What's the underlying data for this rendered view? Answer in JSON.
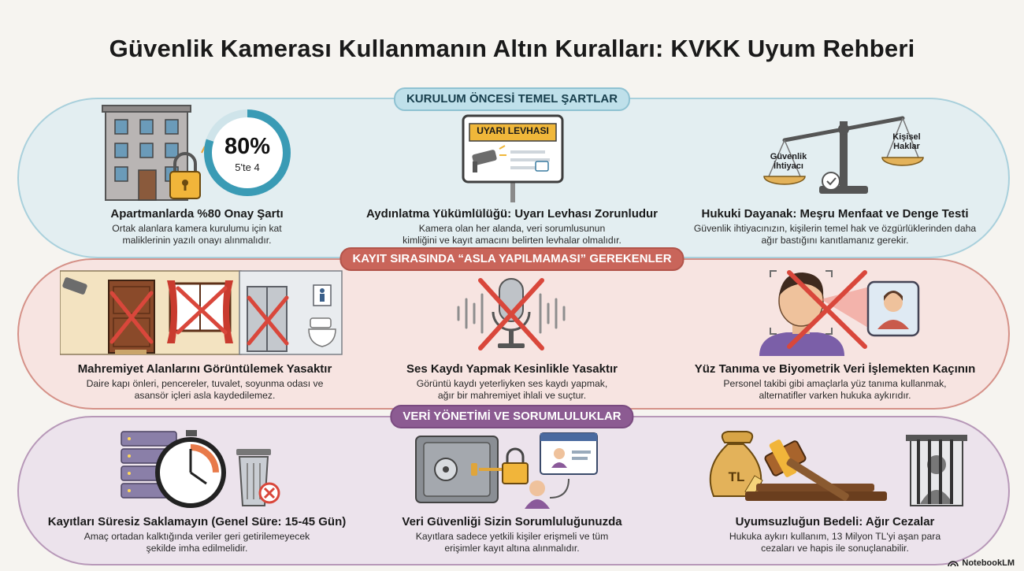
{
  "title": "Güvenlik Kamerası Kullanmanın Altın Kuralları: KVKK Uyum Rehberi",
  "sections": [
    {
      "label": "KURULUM ÖNCESİ TEMEL ŞARTLAR",
      "items": [
        {
          "heading": "Apartmanlarda %80 Onay Şartı",
          "body": "Ortak alanlara kamera kurulumu için kat maliklerinin yazılı onayı alınmalıdır.",
          "icon": "building-lock-icon",
          "progress": {
            "value": "80%",
            "caption": "5'te 4",
            "fraction": 0.8
          }
        },
        {
          "heading": "Aydınlatma Yükümlülüğü: Uyarı Levhası Zorunludur",
          "body": "Kamera olan her alanda, veri sorumlusunun kimliğini ve kayıt amacını belirten levhalar olmalıdır.",
          "icon": "warning-sign-icon",
          "sign_text": "UYARI LEVHASI"
        },
        {
          "heading": "Hukuki Dayanak: Meşru Menfaat ve Denge Testi",
          "body": "Güvenlik ihtiyacınızın, kişilerin temel hak ve özgürlüklerinden daha ağır bastığını kanıtlamanız gerekir.",
          "icon": "balance-scale-icon",
          "left_label": "Güvenlik İhtiyacı",
          "right_label": "Kişisel Haklar"
        }
      ]
    },
    {
      "label": "KAYIT SIRASINDA “ASLA YAPILMAMASI” GEREKENLER",
      "items": [
        {
          "heading": "Mahremiyet Alanlarını Görüntülemek Yasaktır",
          "body": "Daire kapı önleri, pencereler, tuvalet, soyunma odası ve asansör içleri asla kaydedilemez.",
          "icon": "private-areas-forbidden-icon"
        },
        {
          "heading": "Ses Kaydı Yapmak Kesinlikle Yasaktır",
          "body": "Görüntü kaydı yeterliyken ses kaydı yapmak, ağır bir mahremiyet ihlali ve suçtur.",
          "icon": "microphone-forbidden-icon"
        },
        {
          "heading": "Yüz Tanıma ve Biyometrik Veri İşlemekten Kaçının",
          "body": "Personel takibi gibi amaçlarla yüz tanıma kullanmak, alternatifler varken hukuka aykırıdır.",
          "icon": "face-recognition-forbidden-icon"
        }
      ]
    },
    {
      "label": "VERİ YÖNETİMİ VE SORUMLULUKLAR",
      "items": [
        {
          "heading": "Kayıtları Süresiz Saklamayın (Genel Süre: 15-45 Gün)",
          "body": "Amaç ortadan kalktığında veriler geri getirilemeyecek şekilde imha edilmelidir.",
          "icon": "server-timer-trash-icon"
        },
        {
          "heading": "Veri Güvenliği Sizin Sorumluluğunuzda",
          "body": "Kayıtlara sadece yetkili kişiler erişmeli ve tüm erişimler kayıt altına alınmalıdır.",
          "icon": "safe-lock-access-icon"
        },
        {
          "heading": "Uyumsuzluğun Bedeli: Ağır Cezalar",
          "body": "Hukuka aykırı kullanım, 13 Milyon TL'yi aşan para cezaları ve hapis ile sonuçlanabilir.",
          "icon": "money-gavel-prison-icon",
          "money_label": "TL"
        }
      ]
    }
  ],
  "brand": "NotebookLM",
  "colors": {
    "band1": "#e3eef1",
    "band2": "#f7e4e1",
    "band3": "#ece3ec",
    "accent_teal": "#3a9bb5",
    "accent_red": "#d9473b",
    "accent_purple": "#8c5b92"
  }
}
